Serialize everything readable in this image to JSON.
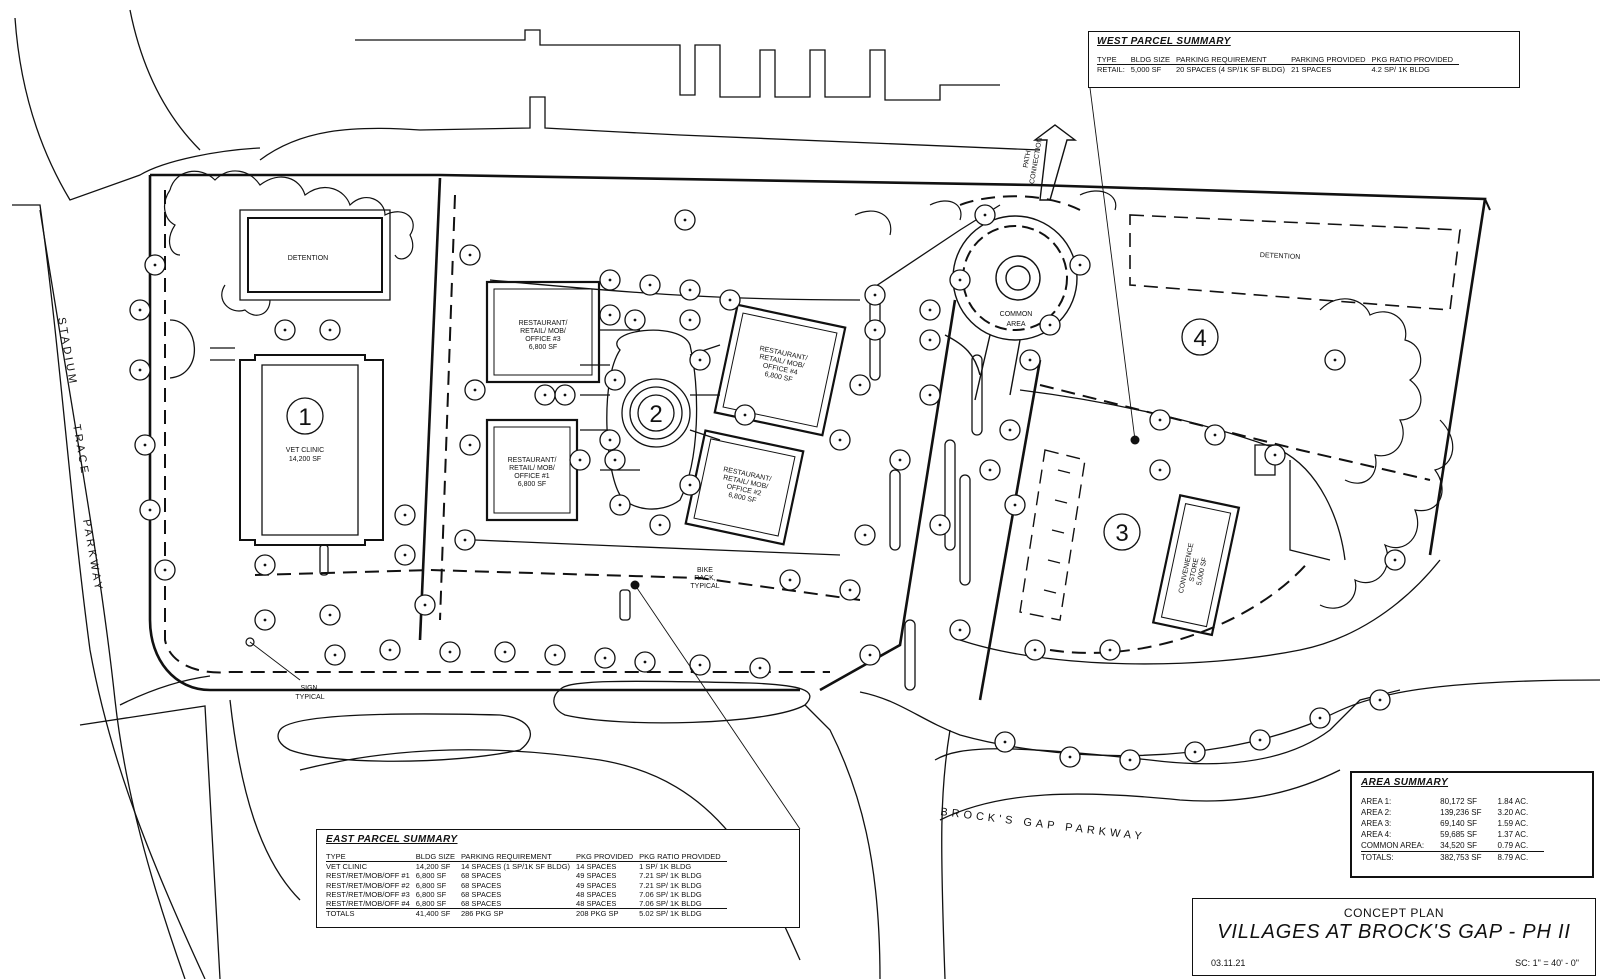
{
  "west_summary": {
    "title": "WEST PARCEL SUMMARY",
    "headers": [
      "TYPE",
      "BLDG SIZE",
      "PARKING REQUIREMENT",
      "PARKING PROVIDED",
      "PKG RATIO PROVIDED"
    ],
    "row": [
      "RETAIL:",
      "5,000 SF",
      "20 SPACES (4 SP/1K SF BLDG)",
      "21 SPACES",
      "4.2 SP/ 1K BLDG"
    ]
  },
  "east_summary": {
    "title": "EAST PARCEL SUMMARY",
    "headers": [
      "TYPE",
      "BLDG SIZE",
      "PARKING REQUIREMENT",
      "PKG PROVIDED",
      "PKG RATIO PROVIDED"
    ],
    "rows": [
      [
        "VET CLINIC",
        "14,200 SF",
        "14 SPACES (1 SP/1K SF BLDG)",
        "14 SPACES",
        "1 SP/ 1K BLDG"
      ],
      [
        "REST/RET/MOB/OFF #1",
        "6,800 SF",
        "68 SPACES",
        "49 SPACES",
        "7.21 SP/ 1K BLDG"
      ],
      [
        "REST/RET/MOB/OFF #2",
        "6,800 SF",
        "68 SPACES",
        "49 SPACES",
        "7.21 SP/ 1K BLDG"
      ],
      [
        "REST/RET/MOB/OFF #3",
        "6,800 SF",
        "68 SPACES",
        "48 SPACES",
        "7.06 SP/ 1K BLDG"
      ],
      [
        "REST/RET/MOB/OFF #4",
        "6,800 SF",
        "68 SPACES",
        "48 SPACES",
        "7.06 SP/ 1K BLDG"
      ]
    ],
    "totals": [
      "TOTALS",
      "41,400 SF",
      "286 PKG SP",
      "208 PKG SP",
      "5.02 SP/ 1K BLDG"
    ]
  },
  "area_summary": {
    "title": "AREA SUMMARY",
    "rows": [
      [
        "AREA 1:",
        "80,172 SF",
        "1.84 AC."
      ],
      [
        "AREA 2:",
        "139,236 SF",
        "3.20 AC."
      ],
      [
        "AREA 3:",
        "69,140 SF",
        "1.59 AC."
      ],
      [
        "AREA 4:",
        "59,685 SF",
        "1.37 AC."
      ],
      [
        "COMMON AREA:",
        "34,520 SF",
        "0.79 AC."
      ]
    ],
    "totals": [
      "TOTALS:",
      "382,753 SF",
      "8.79 AC."
    ]
  },
  "title_block": {
    "subtitle": "CONCEPT PLAN",
    "title": "VILLAGES AT BROCK'S GAP - PH II",
    "date": "03.11.21",
    "scale": "SC: 1\" = 40' - 0\""
  },
  "plan": {
    "road_west": [
      "STADIUM",
      "TRACE",
      "PARKWAY"
    ],
    "road_south": "BROCK'S GAP PARKWAY",
    "detention_west": "DETENTION",
    "detention_east": "DETENTION",
    "common_area": [
      "COMMON",
      "AREA"
    ],
    "path_connection": [
      "PATH",
      "CONNECTION"
    ],
    "bike_rack": [
      "BIKE",
      "RACK,",
      "TYPICAL"
    ],
    "sign": [
      "SIGN,",
      "TYPICAL"
    ],
    "areas": [
      "1",
      "2",
      "3",
      "4"
    ],
    "vet_clinic": [
      "VET CLINIC",
      "14,200 SF"
    ],
    "office_3": [
      "RESTAURANT/",
      "RETAIL/ MOB/",
      "OFFICE #3",
      "6,800 SF"
    ],
    "office_4": [
      "RESTAURANT/",
      "RETAIL/ MOB/",
      "OFFICE #4",
      "6,800 SF"
    ],
    "office_1": [
      "RESTAURANT/",
      "RETAIL/ MOB/",
      "OFFICE #1",
      "6,800 SF"
    ],
    "office_2": [
      "RESTAURANT/",
      "RETAIL/ MOB/",
      "OFFICE #2",
      "6,800 SF"
    ],
    "convenience": [
      "CONVENIENCE",
      "STORE",
      "5,000 SF"
    ]
  }
}
